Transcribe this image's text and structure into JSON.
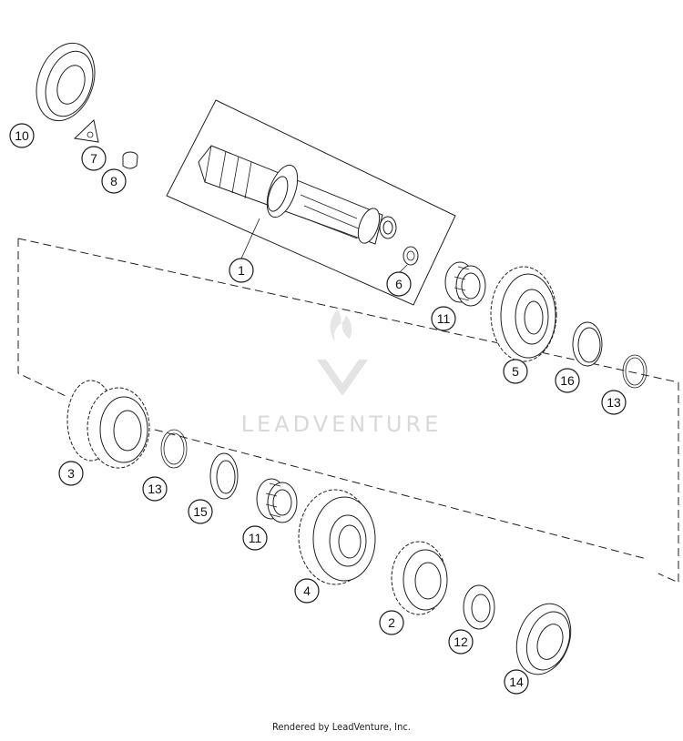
{
  "footer_text": "Rendered by LeadVenture, Inc.",
  "watermark_text": "LEADVENTURE",
  "callouts": [
    {
      "id": "c10a",
      "label": "10"
    },
    {
      "id": "c7",
      "label": "7"
    },
    {
      "id": "c8",
      "label": "8"
    },
    {
      "id": "c1",
      "label": "1"
    },
    {
      "id": "c6",
      "label": "6"
    },
    {
      "id": "c11a",
      "label": "11"
    },
    {
      "id": "c5",
      "label": "5"
    },
    {
      "id": "c16",
      "label": "16"
    },
    {
      "id": "c13a",
      "label": "13"
    },
    {
      "id": "c3",
      "label": "3"
    },
    {
      "id": "c13b",
      "label": "13"
    },
    {
      "id": "c15",
      "label": "15"
    },
    {
      "id": "c11b",
      "label": "11"
    },
    {
      "id": "c4",
      "label": "4"
    },
    {
      "id": "c2",
      "label": "2"
    },
    {
      "id": "c12",
      "label": "12"
    },
    {
      "id": "c14",
      "label": "14"
    }
  ],
  "colors": {
    "line": "#1f1f1f",
    "watermark": "#d9d9d9",
    "background": "#ffffff"
  }
}
